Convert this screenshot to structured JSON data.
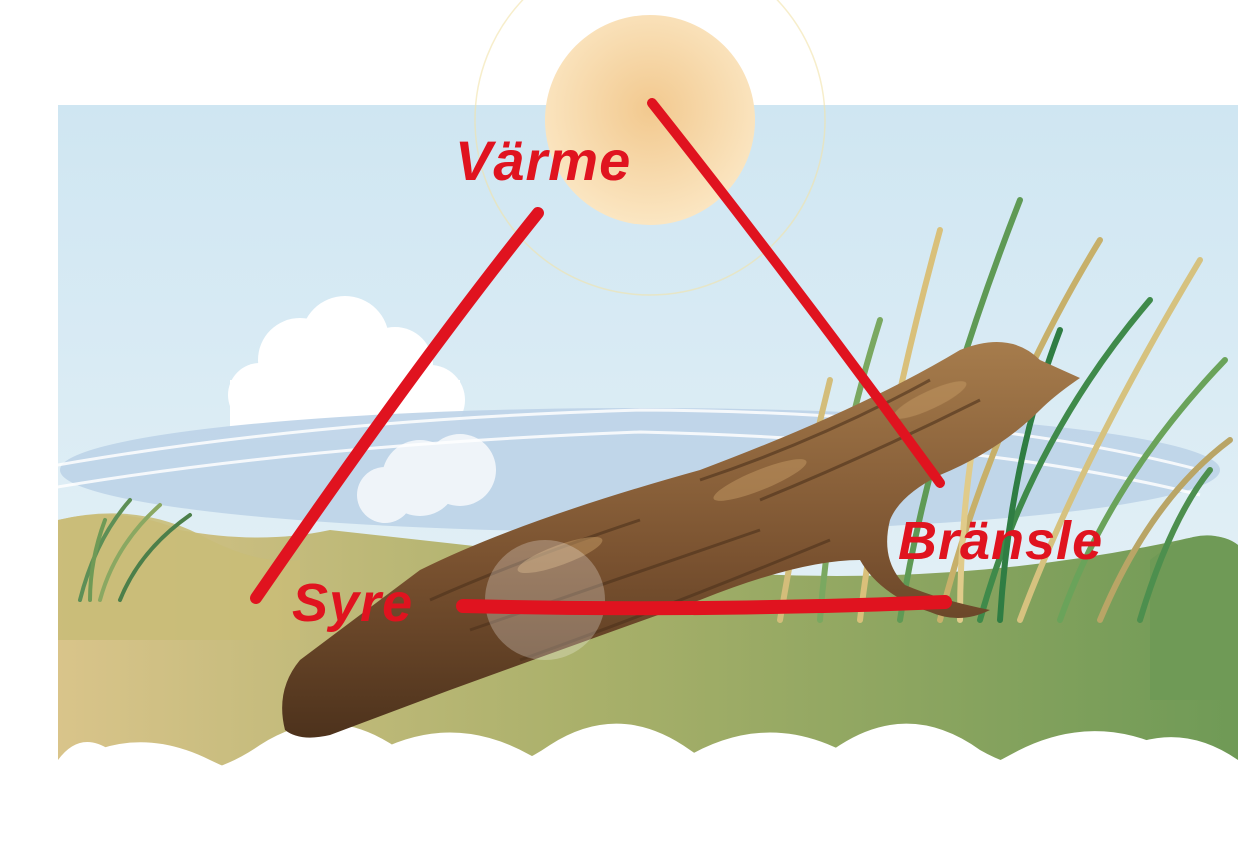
{
  "diagram": {
    "nodes": {
      "heat": "Värme",
      "fuel": "Bränsle",
      "oxygen": "Syre"
    }
  },
  "colors": {
    "accent": "#e0131f",
    "sky": "#cfe6f2",
    "sun": "#f7d9a3",
    "grass_dark": "#7fa35a",
    "grass_light": "#b6b25e",
    "sand": "#d8c08a",
    "log": "#8a6238"
  }
}
